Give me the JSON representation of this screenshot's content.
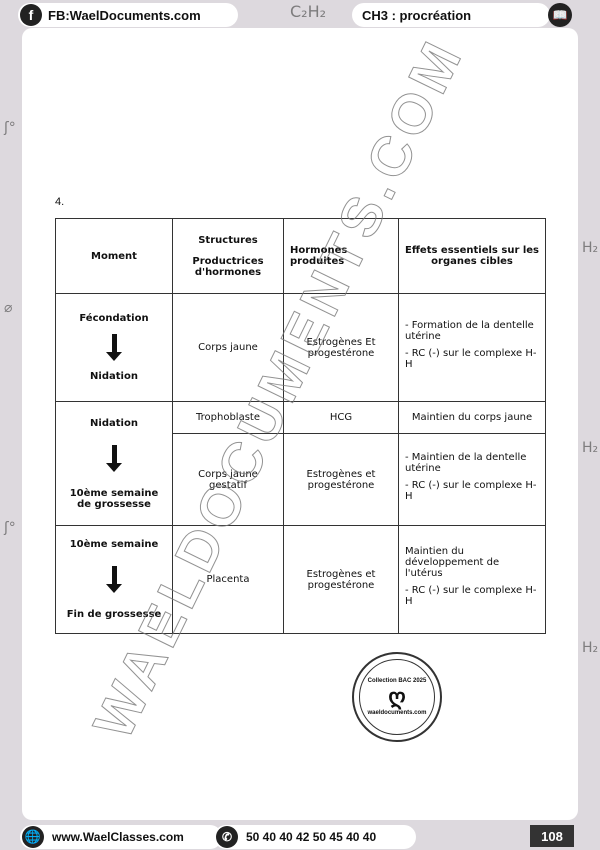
{
  "header": {
    "facebook_label": "FB:WaelDocuments.com",
    "chapter_label": "CH3 : procréation",
    "doodle_formula": "C₂H₂"
  },
  "question_number": "4.",
  "table": {
    "headers": {
      "moment": "Moment",
      "structures_line1": "Structures",
      "structures_line2": "Productrices d'hormones",
      "hormones": "Hormones produites",
      "effets": "Effets essentiels sur les organes cibles"
    },
    "rows": [
      {
        "moment_start": "Fécondation",
        "moment_end": "Nidation",
        "structure": "Corps jaune",
        "hormones": "Estrogènes Et progestérone",
        "effects": [
          "- Formation de la dentelle utérine",
          "- RC (-) sur le complexe H-H"
        ]
      },
      {
        "moment_start": "Nidation",
        "moment_end": "10ème semaine de grossesse",
        "sub": [
          {
            "structure": "Trophoblaste",
            "hormones": "HCG",
            "effects": [
              "Maintien du corps jaune"
            ]
          },
          {
            "structure": "Corps jaune gestatif",
            "hormones": "Estrogènes et progestérone",
            "effects": [
              "- Maintien de la dentelle utérine",
              "- RC (-) sur le complexe H-H"
            ]
          }
        ]
      },
      {
        "moment_start": "10ème semaine",
        "moment_end": "Fin de grossesse",
        "structure": "Placenta",
        "hormones": "Estrogènes et progestérone",
        "effects": [
          "Maintien du développement de l'utérus",
          "- RC (-) sur le complexe H-H"
        ]
      }
    ]
  },
  "watermark": "WAELDOCUMENTS.COM",
  "stamp": {
    "top_text": "Collection BAC 2025",
    "bottom_text": "waeldocuments.com"
  },
  "footer": {
    "website": "www.WaelClasses.com",
    "phones": "50 40 40 42  50 45 40 40",
    "page_number": "108"
  }
}
